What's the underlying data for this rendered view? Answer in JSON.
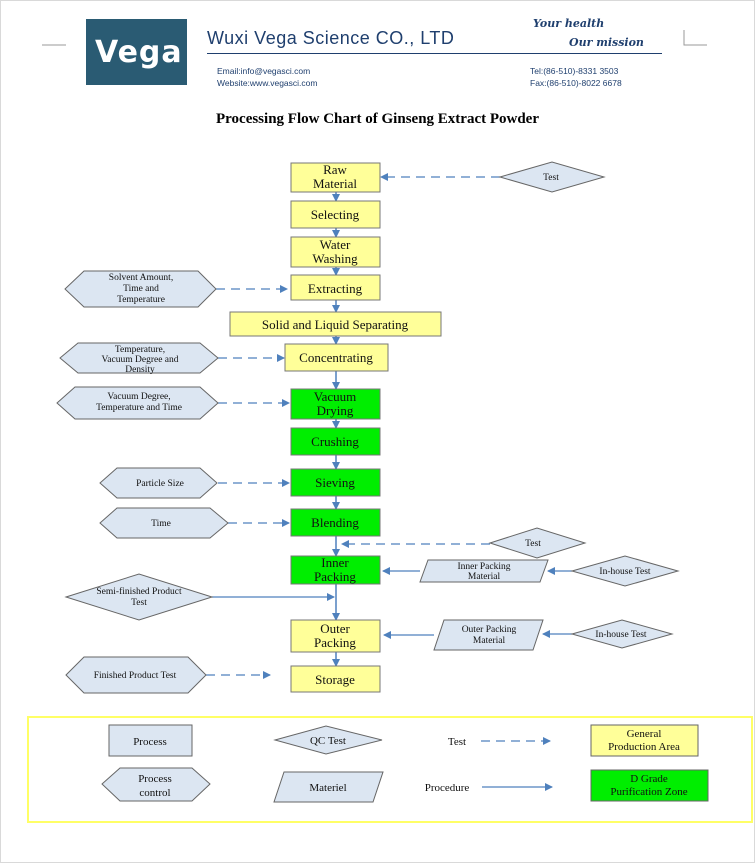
{
  "header": {
    "logo_text": "Vega",
    "company": "Wuxi Vega Science CO., LTD",
    "slogan_line1": "Your health",
    "slogan_line2": "Our mission",
    "email": "Email:info@vegasci.com",
    "website": "Website:www.vegasci.com",
    "tel": "Tel:(86-510)-8331 3503",
    "fax": "Fax:(86-510)-8022 6678"
  },
  "title": "Processing Flow Chart of Ginseng Extract Powder",
  "colors": {
    "general_area": "#ffff99",
    "purification_zone": "#00ee00",
    "materiel": "#dce6f2",
    "arrow": "#4f81bd",
    "legend_border": "#ffff66"
  },
  "flow": {
    "raw_material": [
      "Raw",
      "Material"
    ],
    "selecting": "Selecting",
    "water_washing": [
      "Water",
      "Washing"
    ],
    "extracting": "Extracting",
    "solid_liquid": "Solid and Liquid Separating",
    "concentrating": "Concentrating",
    "vacuum_drying": [
      "Vacuum",
      "Drying"
    ],
    "crushing": "Crushing",
    "sieving": "Sieving",
    "blending": "Blending",
    "inner_packing": [
      "Inner",
      "Packing"
    ],
    "outer_packing": [
      "Outer",
      "Packing"
    ],
    "storage": "Storage"
  },
  "controls": {
    "test_raw": "Test",
    "solvent": [
      "Solvent Amount,",
      "Time and",
      "Temperature"
    ],
    "concentrating_params": [
      "Temperature,",
      "Vacuum Degree and",
      "Density"
    ],
    "drying_params": [
      "Vacuum Degree,",
      "Temperature and Time"
    ],
    "particle_size": "Particle Size",
    "time": "Time",
    "test_blending": "Test",
    "semi_finished": [
      "Semi-finished Product",
      "Test"
    ],
    "finished": "Finished Product Test",
    "inhouse_inner": "In-house Test",
    "inhouse_outer": "In-house Test"
  },
  "materiel": {
    "inner": [
      "Inner Packing",
      "Material"
    ],
    "outer": [
      "Outer Packing",
      "Material"
    ]
  },
  "legend": {
    "process": "Process",
    "qc_test": "QC Test",
    "test": "Test",
    "general": [
      "General",
      "Production Area"
    ],
    "process_control": [
      "Process",
      "control"
    ],
    "materiel": "Materiel",
    "procedure": "Procedure",
    "d_grade": [
      "D Grade",
      "Purification Zone"
    ]
  }
}
